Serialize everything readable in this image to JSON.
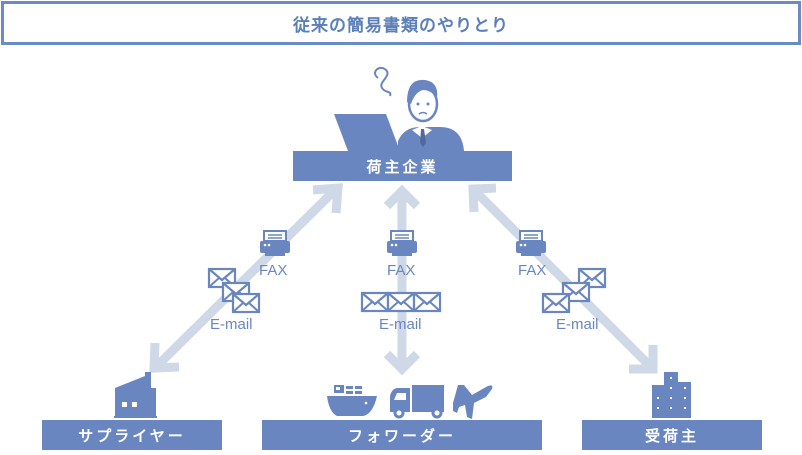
{
  "title": "従来の簡易書類のやりとり",
  "nodes": {
    "shipper": "荷主企業",
    "supplier": "サプライヤー",
    "forwarder": "フォワーダー",
    "receiver": "受荷主"
  },
  "channels": {
    "left": {
      "fax": "FAX",
      "email": "E-mail"
    },
    "center": {
      "fax": "FAX",
      "email": "E-mail"
    },
    "right": {
      "fax": "FAX",
      "email": "E-mail"
    }
  },
  "icons": {
    "shipper": [
      "confused-person-icon",
      "laptop-icon"
    ],
    "supplier": [
      "factory-icon"
    ],
    "forwarder": [
      "ship-icon",
      "truck-icon",
      "airplane-icon"
    ],
    "receiver": [
      "building-icon"
    ],
    "channel": [
      "fax-printer-icon",
      "envelope-icon"
    ]
  },
  "colors": {
    "primary": "#6a86c1",
    "arrow": "#cfd8e6",
    "title_border": "#6a8cc4"
  }
}
